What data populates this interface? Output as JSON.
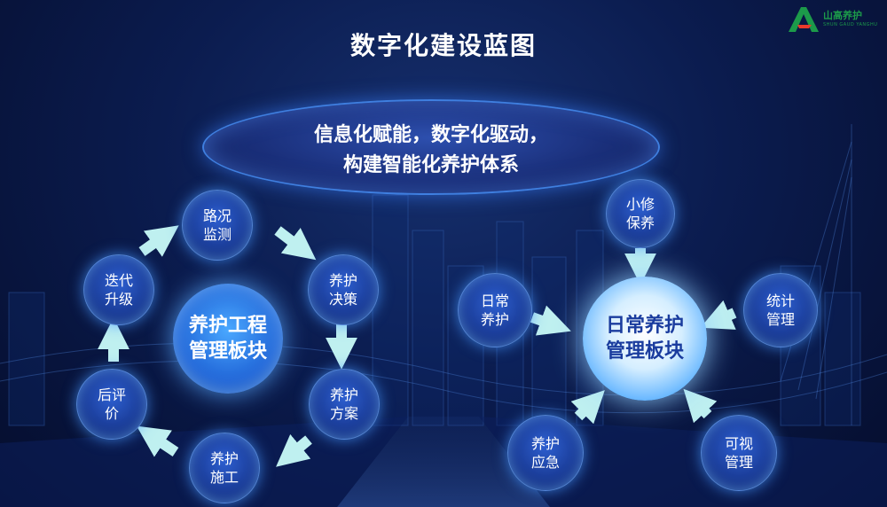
{
  "title": "数字化建设蓝图",
  "logo": {
    "name": "山高养护",
    "sub": "SHUN GAUD YANGHU"
  },
  "slogan": {
    "line1": "信息化赋能，数字化驱动，",
    "line2": "构建智能化养护体系"
  },
  "left_cycle": {
    "hub": [
      "养护工程",
      "管理板块"
    ],
    "nodes": [
      [
        "路况",
        "监测"
      ],
      [
        "养护",
        "决策"
      ],
      [
        "养护",
        "方案"
      ],
      [
        "养护",
        "施工"
      ],
      [
        "后评",
        "价"
      ],
      [
        "迭代",
        "升级"
      ]
    ]
  },
  "right_hub": {
    "hub": [
      "日常养护",
      "管理板块"
    ],
    "nodes": [
      [
        "小修",
        "保养"
      ],
      [
        "日常",
        "养护"
      ],
      [
        "统计",
        "管理"
      ],
      [
        "养护",
        "应急"
      ],
      [
        "可视",
        "管理"
      ]
    ]
  },
  "colors": {
    "arrow": "#bff0f0",
    "node": "#1b3d99",
    "logo": "#1c9a4a"
  }
}
